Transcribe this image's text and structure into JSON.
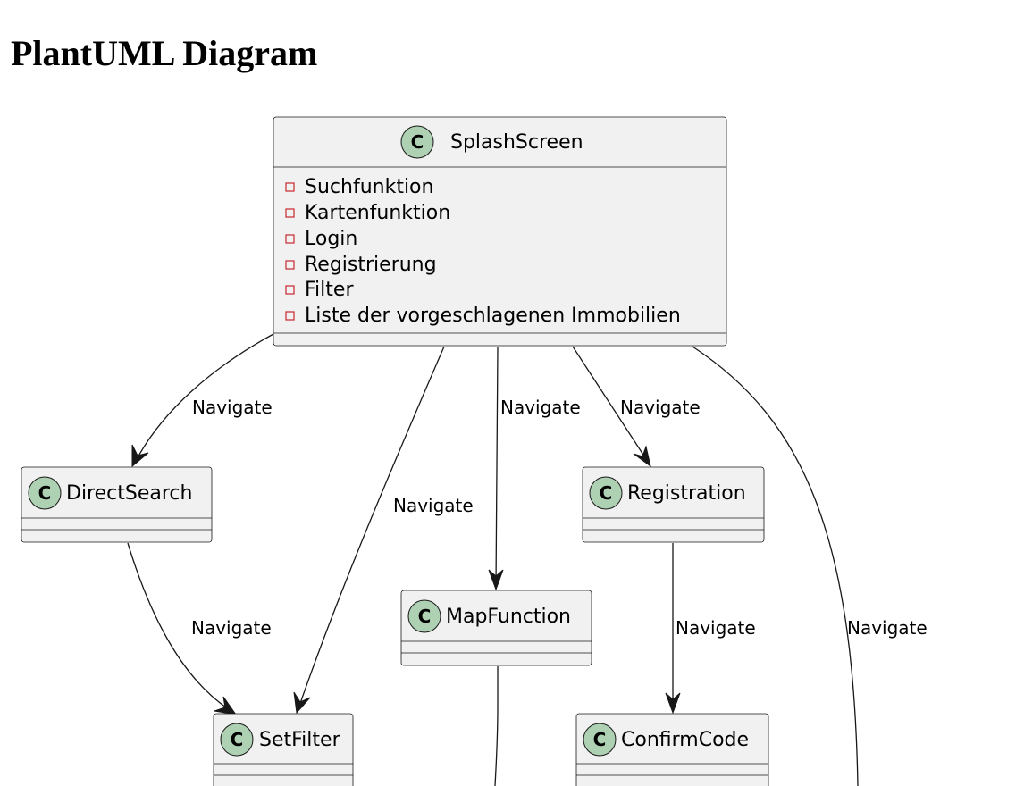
{
  "page": {
    "title": "PlantUML Diagram"
  },
  "classes": {
    "splash": {
      "badge": "C",
      "name": "SplashScreen",
      "attributes": [
        "Suchfunktion",
        "Kartenfunktion",
        "Login",
        "Registrierung",
        "Filter",
        "Liste der vorgeschlagenen Immobilien"
      ]
    },
    "direct_search": {
      "badge": "C",
      "name": "DirectSearch"
    },
    "registration": {
      "badge": "C",
      "name": "Registration"
    },
    "map_function": {
      "badge": "C",
      "name": "MapFunction"
    },
    "set_filter": {
      "badge": "C",
      "name": "SetFilter"
    },
    "confirm_code": {
      "badge": "C",
      "name": "ConfirmCode"
    }
  },
  "edges": {
    "splash_to_directsearch": "Navigate",
    "splash_to_mapfunction": "Navigate",
    "splash_to_registration": "Navigate",
    "splash_to_setfilter": "Navigate",
    "directsearch_to_setfilter": "Navigate",
    "registration_to_confirmcode": "Navigate",
    "splash_to_offscreen": "Navigate"
  },
  "colors": {
    "class_fill": "#f1f1f1",
    "class_border": "#181818",
    "class_badge": "#add1b2",
    "private_attribute_icon": "#c82930",
    "edge": "#181818"
  }
}
